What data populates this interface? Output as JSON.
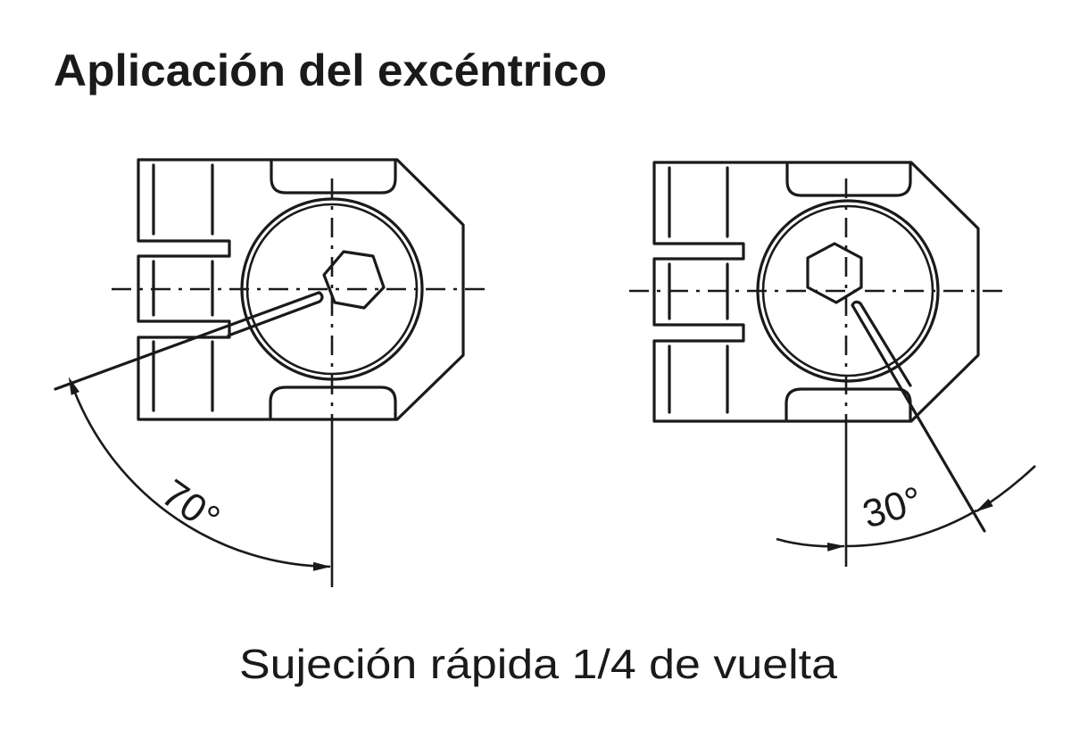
{
  "title": "Aplicación del excéntrico",
  "caption": "Sujeción rápida 1/4 de vuelta",
  "left_view": {
    "angle_label": "70°",
    "angle_deg": 70
  },
  "right_view": {
    "angle_label": "30°",
    "angle_deg": 30
  }
}
